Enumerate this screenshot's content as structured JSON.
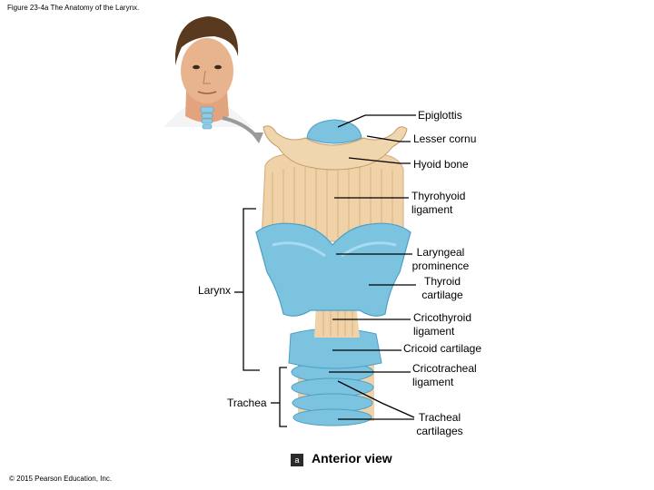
{
  "figure_title": "Figure 23-4a The Anatomy of the Larynx.",
  "copyright": "© 2015 Pearson Education, Inc.",
  "view_badge": "a",
  "view_label": "Anterior view",
  "labels": {
    "epiglottis": "Epiglottis",
    "lesser_cornu": "Lesser cornu",
    "hyoid_bone": "Hyoid bone",
    "thyrohyoid_1": "Thyrohyoid",
    "thyrohyoid_2": "ligament",
    "laryngeal_1": "Laryngeal",
    "laryngeal_2": "prominence",
    "thyroid_1": "Thyroid",
    "thyroid_2": "cartilage",
    "cricothyroid_1": "Cricothyroid",
    "cricothyroid_2": "ligament",
    "cricoid": "Cricoid cartilage",
    "cricotracheal_1": "Cricotracheal",
    "cricotracheal_2": "ligament",
    "tracheal_1": "Tracheal",
    "tracheal_2": "cartilages",
    "larynx": "Larynx",
    "trachea": "Trachea"
  },
  "colors": {
    "cartilage_blue": "#7cc3e0",
    "cartilage_dark": "#4e9fc4",
    "ligament_tan": "#f0d2a8",
    "ligament_line": "#d9a878",
    "skin": "#e8b48e",
    "hair": "#5a3a1e",
    "leader": "#000000"
  }
}
